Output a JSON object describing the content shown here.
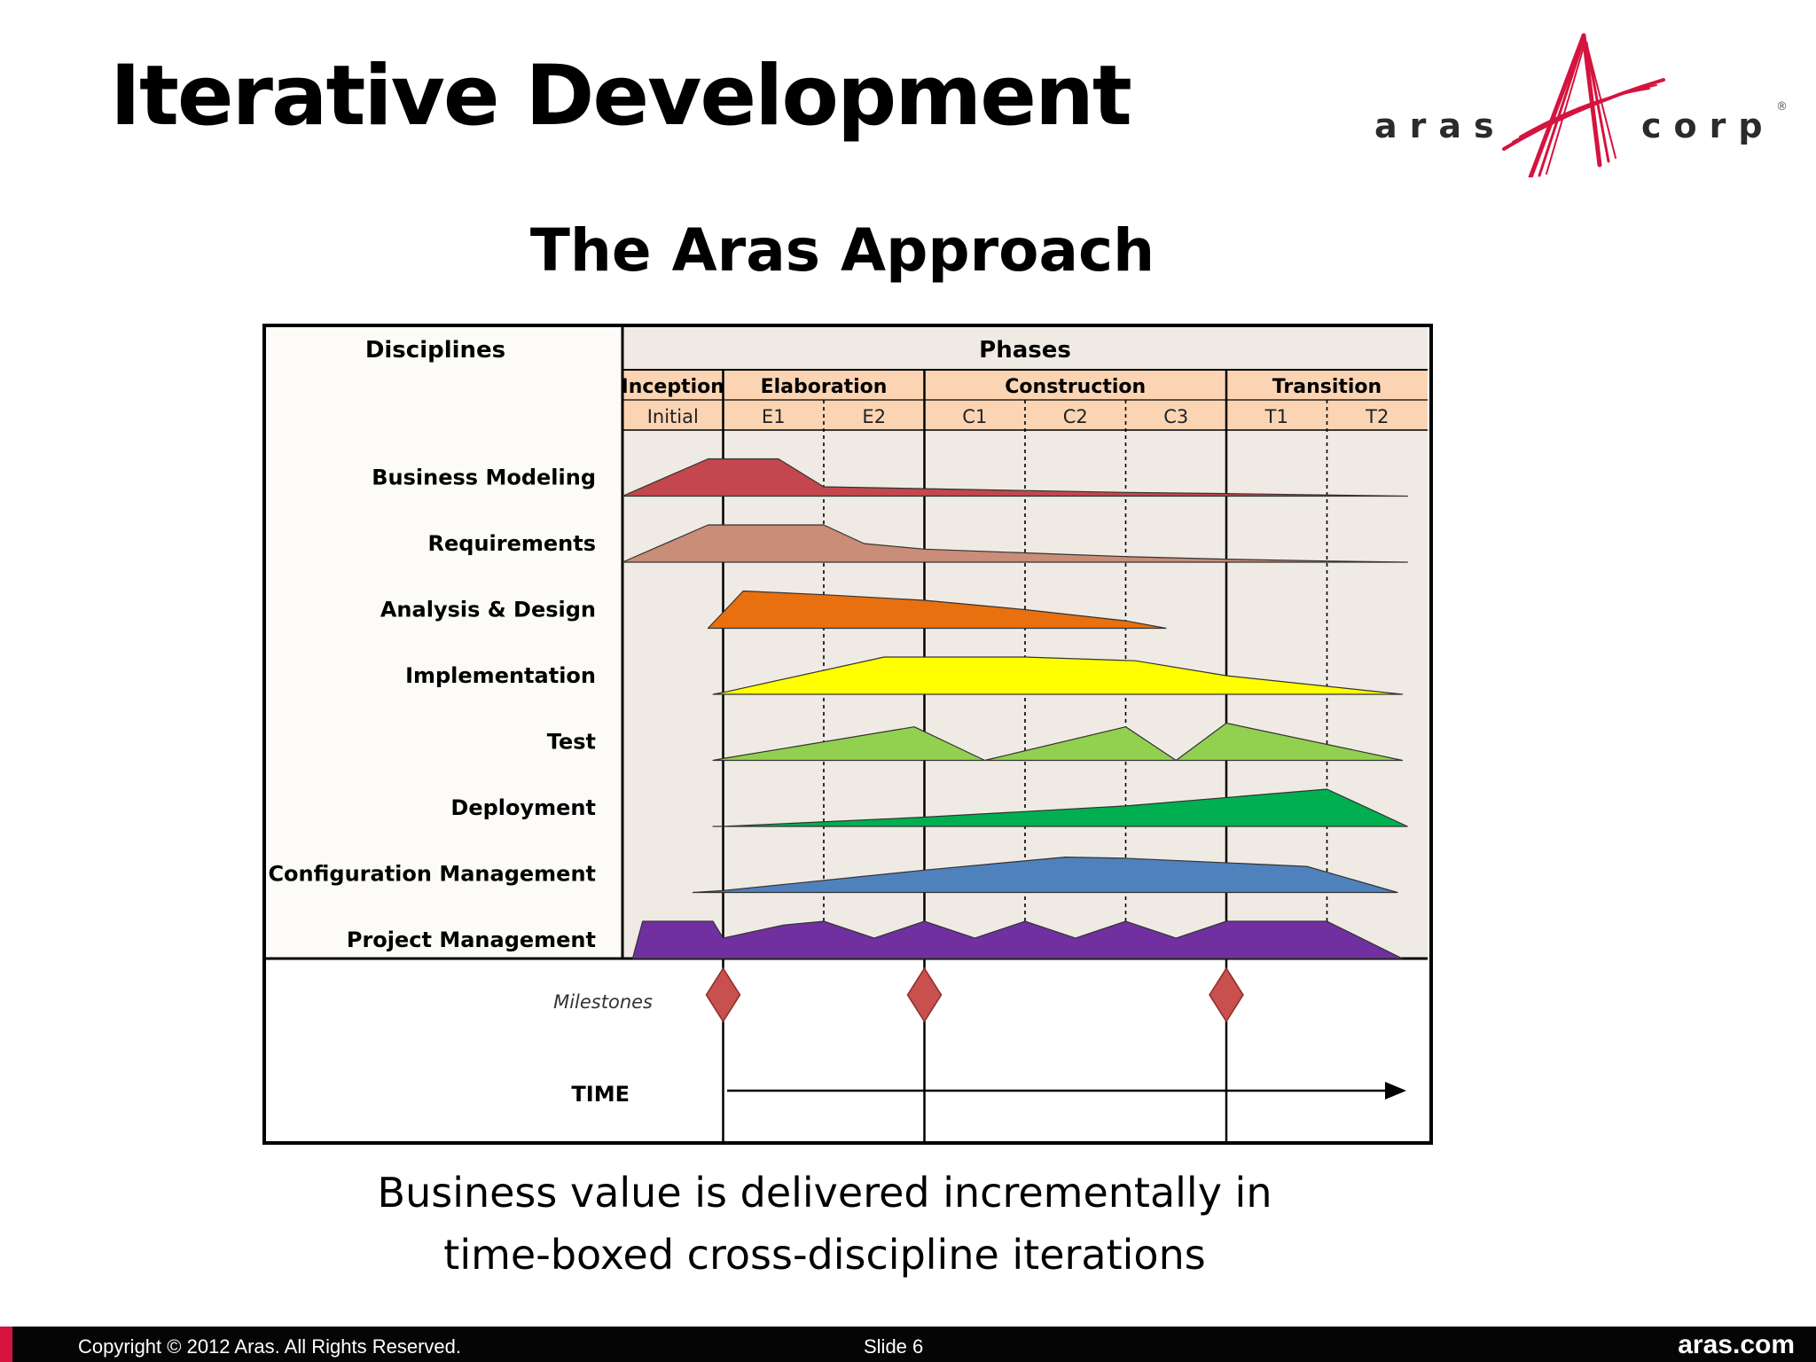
{
  "slide": {
    "title": "Iterative Development",
    "subtitle": "The Aras Approach",
    "caption_line1": "Business value is delivered incrementally in",
    "caption_line2": "time-boxed cross-discipline iterations"
  },
  "logo": {
    "left_text": "aras",
    "right_text": "corp",
    "registered": "®",
    "color": "#d4143f"
  },
  "footer": {
    "copyright": "Copyright © 2012 Aras.  All Rights Reserved.",
    "slide_number": "Slide 6",
    "domain": "aras.com"
  },
  "diagram": {
    "disciplines_header": "Disciplines",
    "phases_header": "Phases",
    "phases": [
      {
        "name": "Inception",
        "iterations": [
          "Initial"
        ]
      },
      {
        "name": "Elaboration",
        "iterations": [
          "E1",
          "E2"
        ]
      },
      {
        "name": "Construction",
        "iterations": [
          "C1",
          "C2",
          "C3"
        ]
      },
      {
        "name": "Transition",
        "iterations": [
          "T1",
          "T2"
        ]
      }
    ],
    "milestones_label": "Milestones",
    "time_label": "TIME",
    "colors": {
      "grid_bg": "#efebe4",
      "header_band": "#fbd5b3",
      "milestone": "#c8504e"
    },
    "disciplines": [
      {
        "name": "Business Modeling",
        "color": "#c4474d",
        "effort": [
          [
            0.0,
            0.0
          ],
          [
            0.85,
            1.0
          ],
          [
            1.0,
            1.0
          ],
          [
            1.55,
            1.0
          ],
          [
            2.0,
            0.25
          ],
          [
            3.0,
            0.2
          ],
          [
            4.0,
            0.15
          ],
          [
            5.0,
            0.1
          ],
          [
            6.0,
            0.07
          ],
          [
            7.0,
            0.03
          ],
          [
            7.8,
            0.0
          ]
        ]
      },
      {
        "name": "Requirements",
        "color": "#c98d78",
        "effort": [
          [
            0.0,
            0.0
          ],
          [
            0.85,
            1.0
          ],
          [
            1.0,
            1.0
          ],
          [
            2.0,
            1.0
          ],
          [
            2.4,
            0.5
          ],
          [
            3.0,
            0.35
          ],
          [
            4.0,
            0.25
          ],
          [
            5.0,
            0.15
          ],
          [
            6.0,
            0.08
          ],
          [
            7.0,
            0.03
          ],
          [
            7.8,
            0.0
          ]
        ]
      },
      {
        "name": "Analysis & Design",
        "color": "#e8700e",
        "effort": [
          [
            0.85,
            0.0
          ],
          [
            1.2,
            1.0
          ],
          [
            2.0,
            0.9
          ],
          [
            3.0,
            0.75
          ],
          [
            4.0,
            0.5
          ],
          [
            5.0,
            0.2
          ],
          [
            5.4,
            0.0
          ]
        ]
      },
      {
        "name": "Implementation",
        "color": "#ffff00",
        "effort": [
          [
            0.9,
            0.0
          ],
          [
            1.0,
            0.05
          ],
          [
            2.6,
            1.0
          ],
          [
            4.0,
            1.0
          ],
          [
            5.1,
            0.9
          ],
          [
            6.0,
            0.5
          ],
          [
            7.75,
            0.0
          ]
        ]
      },
      {
        "name": "Test",
        "color": "#92d050",
        "effort": [
          [
            0.9,
            0.0
          ],
          [
            1.0,
            0.05
          ],
          [
            2.9,
            0.9
          ],
          [
            3.6,
            0.0
          ],
          [
            5.0,
            0.9
          ],
          [
            5.5,
            0.0
          ],
          [
            6.0,
            1.0
          ],
          [
            7.75,
            0.0
          ]
        ]
      },
      {
        "name": "Deployment",
        "color": "#00b050",
        "effort": [
          [
            0.9,
            0.0
          ],
          [
            1.0,
            0.0
          ],
          [
            3.0,
            0.25
          ],
          [
            5.0,
            0.55
          ],
          [
            7.0,
            1.0
          ],
          [
            7.8,
            0.0
          ]
        ]
      },
      {
        "name": "Configuration Management",
        "color": "#4f81bd",
        "effort": [
          [
            0.7,
            0.0
          ],
          [
            1.0,
            0.05
          ],
          [
            3.0,
            0.6
          ],
          [
            4.4,
            0.95
          ],
          [
            5.0,
            0.92
          ],
          [
            6.8,
            0.7
          ],
          [
            7.7,
            0.0
          ]
        ]
      },
      {
        "name": "Project Management",
        "color": "#7030a0",
        "effort": [
          [
            0.1,
            0.0
          ],
          [
            0.2,
            1.0
          ],
          [
            0.9,
            1.0
          ],
          [
            1.0,
            0.55
          ],
          [
            1.6,
            0.9
          ],
          [
            2.0,
            1.0
          ],
          [
            2.5,
            0.55
          ],
          [
            3.0,
            1.0
          ],
          [
            3.5,
            0.55
          ],
          [
            4.0,
            1.0
          ],
          [
            4.5,
            0.55
          ],
          [
            5.0,
            1.0
          ],
          [
            5.5,
            0.55
          ],
          [
            6.0,
            1.0
          ],
          [
            7.0,
            1.0
          ],
          [
            7.75,
            0.0
          ]
        ]
      }
    ],
    "milestone_positions": [
      1,
      3,
      6
    ]
  }
}
